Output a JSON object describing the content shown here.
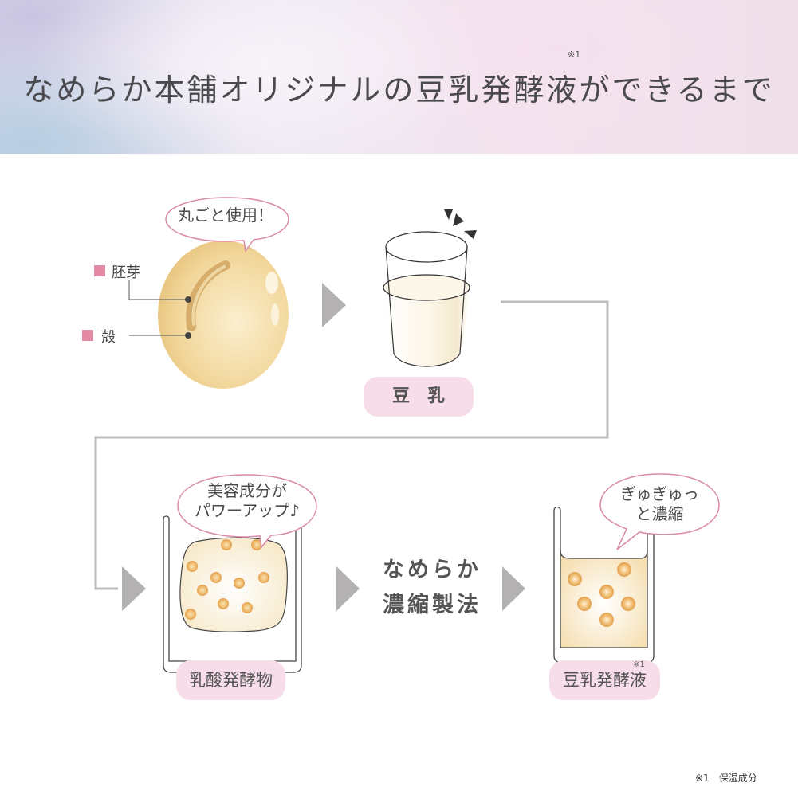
{
  "header": {
    "title": "なめらか本舗オリジナルの豆乳発酵液ができるまで",
    "title_footnote_mark": "※1"
  },
  "steps": [
    {
      "id": "soybean",
      "bubble": "丸ごと使用！",
      "labels": [
        {
          "text": "胚芽"
        },
        {
          "text": "殻"
        }
      ]
    },
    {
      "id": "soy-milk",
      "pill": "豆　乳"
    },
    {
      "id": "lactic-ferment",
      "bubble_lines": [
        "美容成分が",
        "パワーアップ♪"
      ],
      "pill": "乳酸発酵物"
    },
    {
      "id": "process",
      "lines": [
        "なめらか",
        "濃縮製法"
      ]
    },
    {
      "id": "soy-ferment-liquid",
      "bubble_lines": [
        "ぎゅぎゅっ",
        "と濃縮"
      ],
      "pill": "豆乳発酵液",
      "pill_footnote_mark": "※1"
    }
  ],
  "footnote": "※1　保湿成分",
  "colors": {
    "pill_bg": "#f6dde9",
    "bubble_stroke": "#d98aa6",
    "label_square": "#e58aa5",
    "arrow": "#b3b1b2",
    "connector": "#bdbdbd",
    "soybean": "#f3d9a0",
    "particle": "#e9b05a"
  }
}
